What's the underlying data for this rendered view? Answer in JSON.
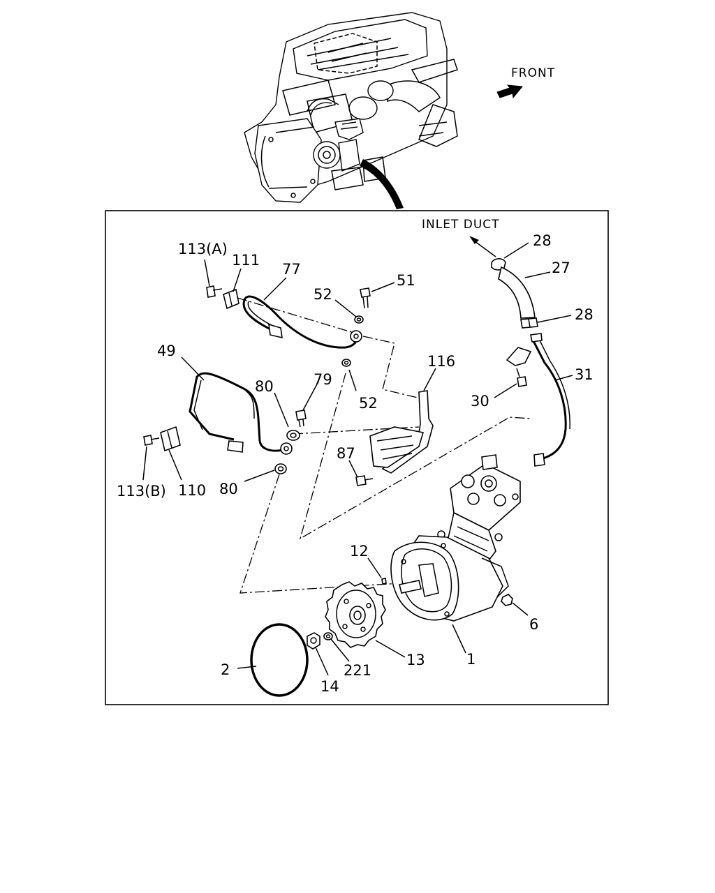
{
  "orientation": {
    "front_label": "FRONT"
  },
  "inlet": {
    "label": "INLET DUCT"
  },
  "callouts": [
    {
      "id": "c-113a",
      "text": "113(A)"
    },
    {
      "id": "c-111",
      "text": "111"
    },
    {
      "id": "c-77",
      "text": "77"
    },
    {
      "id": "c-52a",
      "text": "52"
    },
    {
      "id": "c-51",
      "text": "51"
    },
    {
      "id": "c-28a",
      "text": "28"
    },
    {
      "id": "c-27",
      "text": "27"
    },
    {
      "id": "c-28b",
      "text": "28"
    },
    {
      "id": "c-116",
      "text": "116"
    },
    {
      "id": "c-31",
      "text": "31"
    },
    {
      "id": "c-49",
      "text": "49"
    },
    {
      "id": "c-80a",
      "text": "80"
    },
    {
      "id": "c-79",
      "text": "79"
    },
    {
      "id": "c-52b",
      "text": "52"
    },
    {
      "id": "c-30",
      "text": "30"
    },
    {
      "id": "c-87",
      "text": "87"
    },
    {
      "id": "c-113b",
      "text": "113(B)"
    },
    {
      "id": "c-110",
      "text": "110"
    },
    {
      "id": "c-80b",
      "text": "80"
    },
    {
      "id": "c-12",
      "text": "12"
    },
    {
      "id": "c-6",
      "text": "6"
    },
    {
      "id": "c-2",
      "text": "2"
    },
    {
      "id": "c-221",
      "text": "221"
    },
    {
      "id": "c-13",
      "text": "13"
    },
    {
      "id": "c-1",
      "text": "1"
    },
    {
      "id": "c-14",
      "text": "14"
    }
  ]
}
